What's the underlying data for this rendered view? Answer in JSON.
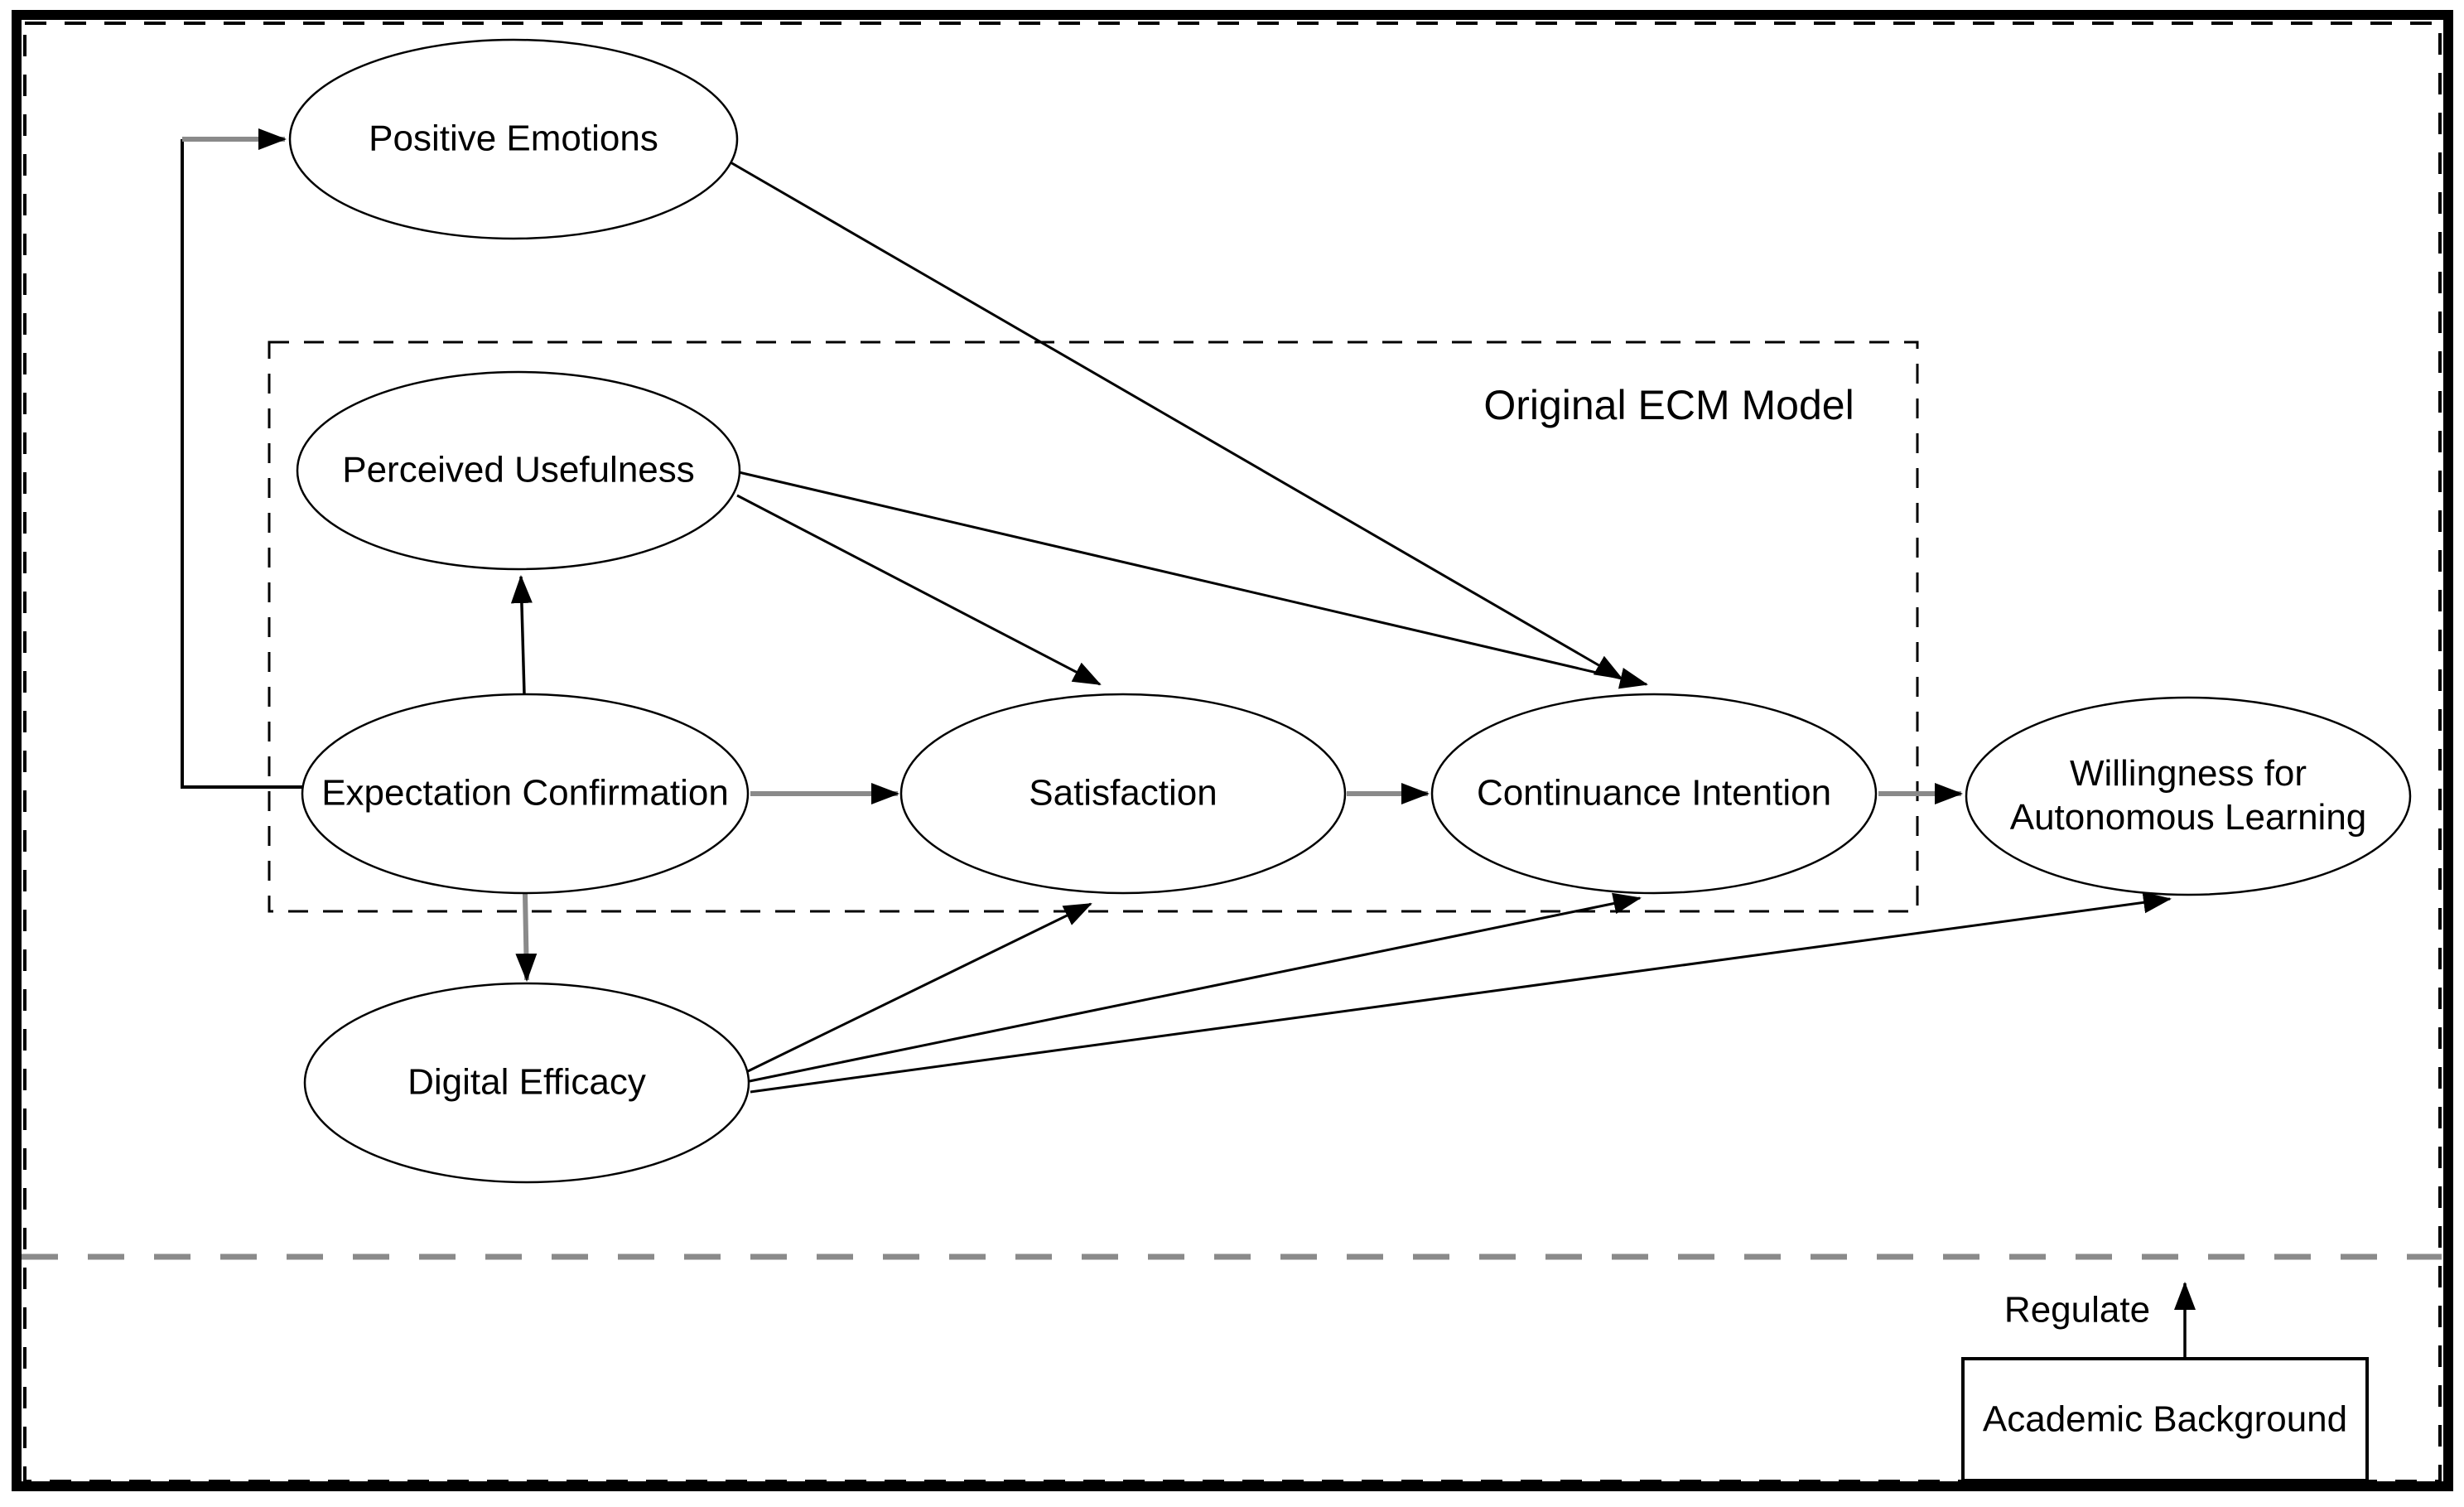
{
  "diagram": {
    "group_label": "Original ECM Model",
    "edge_label": "Regulate",
    "nodes": [
      {
        "id": "positive-emotions",
        "label": "Positive Emotions",
        "shape": "ellipse"
      },
      {
        "id": "perceived-usefulness",
        "label": "Perceived Usefulness",
        "shape": "ellipse"
      },
      {
        "id": "expectation-confirmation",
        "label": "Expectation Confirmation",
        "shape": "ellipse"
      },
      {
        "id": "satisfaction",
        "label": "Satisfaction",
        "shape": "ellipse"
      },
      {
        "id": "continuance-intention",
        "label": "Continuance Intention",
        "shape": "ellipse"
      },
      {
        "id": "willingness-autonomous-learning",
        "label": "Willingness for Autonomous Learning",
        "shape": "ellipse"
      },
      {
        "id": "digital-efficacy",
        "label": "Digital Efficacy",
        "shape": "ellipse"
      },
      {
        "id": "academic-background",
        "label": "Academic Background",
        "shape": "rectangle"
      }
    ],
    "edges": [
      {
        "from": "expectation-confirmation",
        "to": "positive-emotions",
        "style": "elbow"
      },
      {
        "from": "expectation-confirmation",
        "to": "perceived-usefulness",
        "style": "straight"
      },
      {
        "from": "expectation-confirmation",
        "to": "satisfaction",
        "style": "straight"
      },
      {
        "from": "expectation-confirmation",
        "to": "digital-efficacy",
        "style": "straight"
      },
      {
        "from": "perceived-usefulness",
        "to": "satisfaction",
        "style": "straight"
      },
      {
        "from": "perceived-usefulness",
        "to": "continuance-intention",
        "style": "straight"
      },
      {
        "from": "positive-emotions",
        "to": "continuance-intention",
        "style": "straight"
      },
      {
        "from": "satisfaction",
        "to": "continuance-intention",
        "style": "straight"
      },
      {
        "from": "continuance-intention",
        "to": "willingness-autonomous-learning",
        "style": "straight"
      },
      {
        "from": "digital-efficacy",
        "to": "satisfaction",
        "style": "straight"
      },
      {
        "from": "digital-efficacy",
        "to": "continuance-intention",
        "style": "straight"
      },
      {
        "from": "digital-efficacy",
        "to": "willingness-autonomous-learning",
        "style": "straight"
      },
      {
        "from": "academic-background",
        "to": "moderation-separator-line",
        "style": "straight",
        "label": "Regulate"
      }
    ],
    "colors": {
      "background": "#ffffff",
      "node_fill": "#ffffff",
      "node_stroke": "#000000",
      "edge_black": "#000000",
      "edge_gray": "#8a8a8a",
      "separator_gray": "#8a8a8a",
      "frame": "#000000",
      "text": "#000000"
    }
  }
}
